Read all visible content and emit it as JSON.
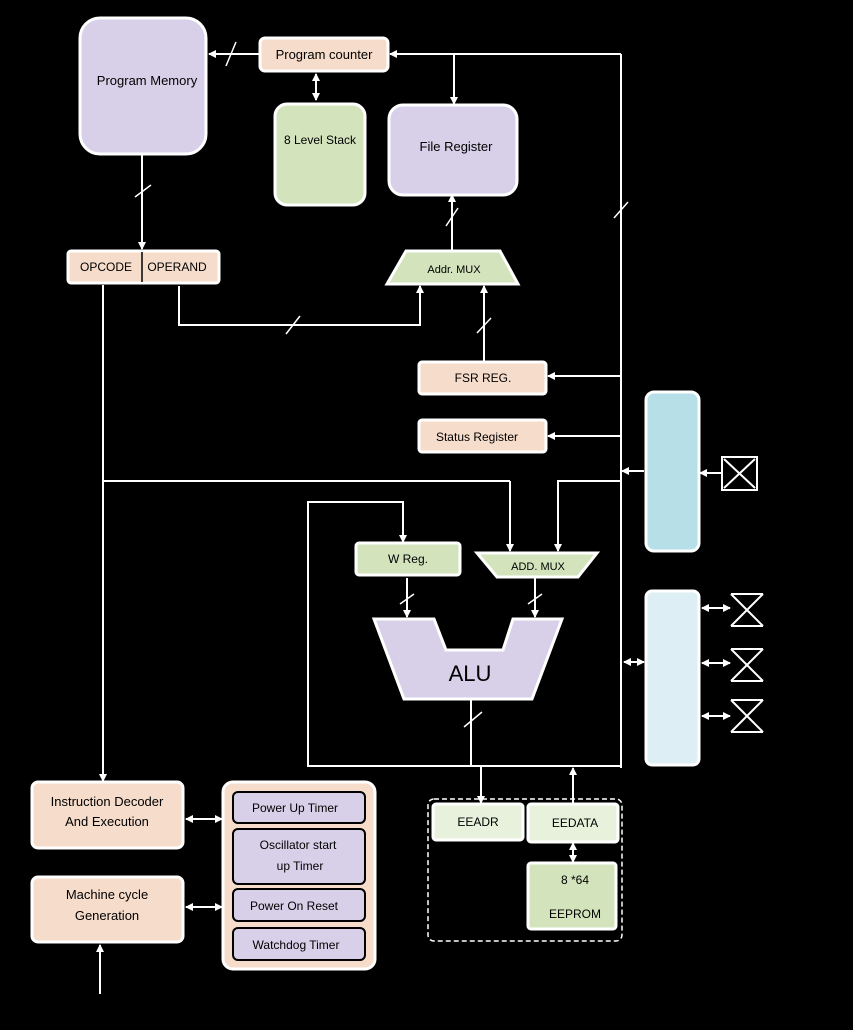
{
  "colors": {
    "lavender": "#d8d0e8",
    "green": "#d3e4bc",
    "peach": "#f6dccb",
    "blue_port": "#b6dfe8",
    "light_port": "#ddeef4",
    "light_green": "#e8f1dc",
    "border": "#ffffff",
    "background": "#000000",
    "wire": "#ffffff"
  },
  "blocks": {
    "program_memory": "Program Memory",
    "program_counter": "Program counter",
    "stack": "8 Level Stack",
    "file_register": "File Register",
    "opcode": "OPCODE",
    "operand": "OPERAND",
    "addr_mux": "Addr. MUX",
    "fsr_reg": "FSR REG.",
    "status_register": "Status Register",
    "w_reg": "W Reg.",
    "add_mux": "ADD. MUX",
    "alu": "ALU",
    "instruction_decoder": [
      "Instruction Decoder",
      "And Execution"
    ],
    "machine_cycle": [
      "Machine cycle",
      "Generation"
    ],
    "timers": {
      "power_up": "Power Up Timer",
      "oscillator": [
        "Oscillator start",
        "up Timer"
      ],
      "power_on_reset": "Power On Reset",
      "watchdog": "Watchdog Timer"
    },
    "eeadr": "EEADR",
    "eedata": "EEDATA",
    "eeprom": [
      "8 *64",
      "EEPROM"
    ]
  }
}
